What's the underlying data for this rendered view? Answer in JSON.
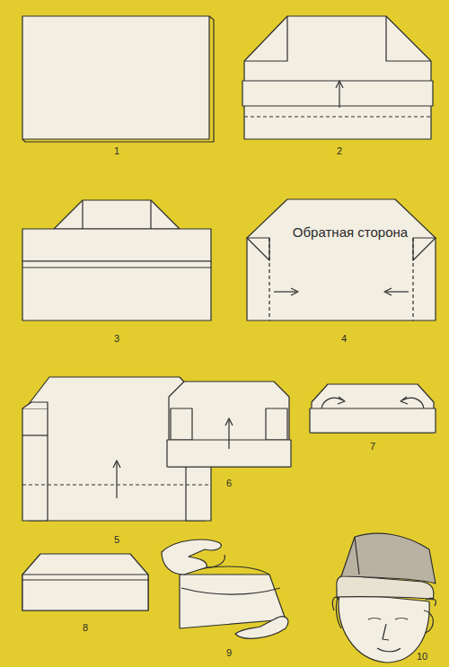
{
  "diagram": {
    "labels": [
      "1",
      "2",
      "3",
      "Обратная сторона",
      "4",
      "5",
      "6",
      "7",
      "8",
      "9",
      "10"
    ]
  }
}
